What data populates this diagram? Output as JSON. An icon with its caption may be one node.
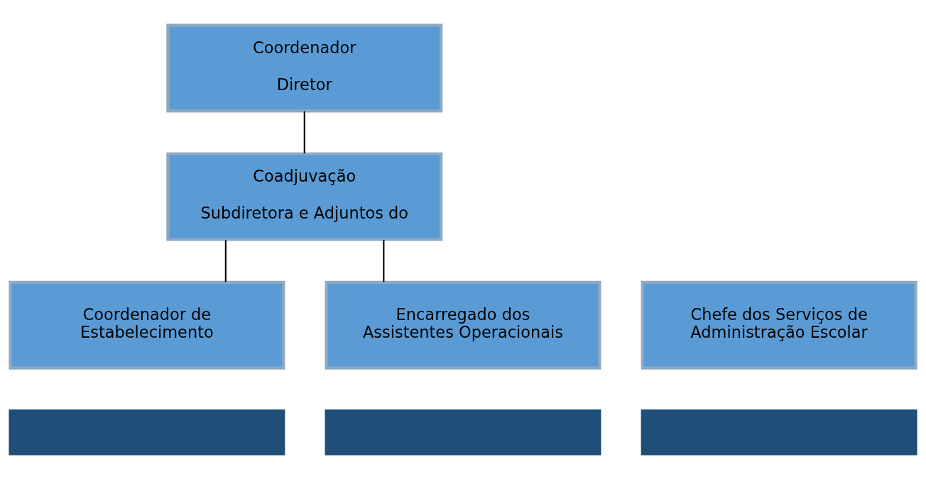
{
  "diagram": {
    "nodes": [
      {
        "text": [
          "Coordenador",
          "Diretor"
        ]
      },
      {
        "text": [
          "Coadjuvação",
          "Subdiretora e Adjuntos do"
        ]
      },
      {
        "text": [
          "Coordenador de Estabelecimento"
        ]
      },
      {
        "text": [
          "Chefe dos Serviços de Administração Escolar"
        ]
      },
      {
        "text": [
          "Encarregado dos Assistentes Operacionais"
        ]
      },
      {
        "text": [],
        "shape": "bar"
      },
      {
        "text": [],
        "shape": "bar"
      },
      {
        "text": [],
        "shape": "bar"
      }
    ],
    "edges": [
      {
        "from": 0,
        "to": 1,
        "arrow": "none"
      },
      {
        "from": 1,
        "to": 2,
        "arrow": "none"
      },
      {
        "from": 1,
        "to": 4,
        "arrow": "none"
      }
    ]
  }
}
